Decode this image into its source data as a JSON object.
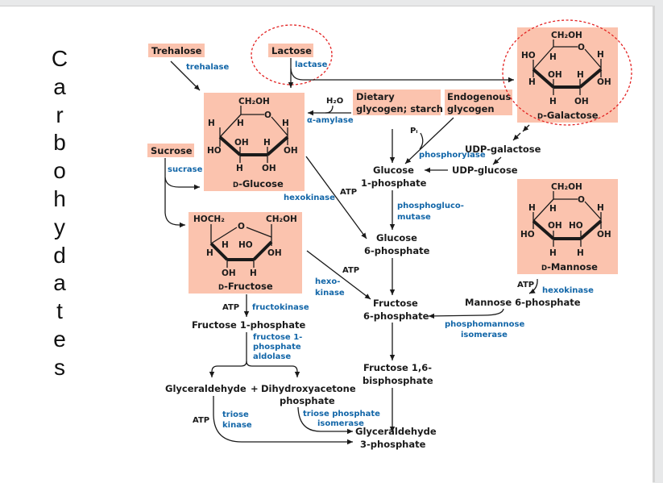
{
  "slide": {
    "vertical_title": [
      "C",
      "a",
      "r",
      "b",
      "o",
      "h",
      "y",
      "d",
      "a",
      "t",
      "e",
      "s"
    ]
  },
  "colors": {
    "box_fill": "#fbc3ae",
    "enzyme_text": "#1266a8",
    "highlight_circle": "#e32222",
    "text": "#1a1a1a"
  },
  "sources": {
    "trehalose": "Trehalose",
    "lactose": "Lactose",
    "sucrose": "Sucrose",
    "dietary_1": "Dietary",
    "dietary_2": "glycogen; starch",
    "endogenous_1": "Endogenous",
    "endogenous_2": "glycogen"
  },
  "sugars": {
    "glucose": {
      "name": "D-Glucose",
      "prefix": "D",
      "suffix": "-Glucose",
      "ch2oh": "CH₂OH",
      "o": "O",
      "h_left": "H",
      "h_c4": "H",
      "h_right": "H",
      "ho_left": "HO",
      "oh_c3": "OH",
      "h_c2top": "H",
      "oh_right": "OH",
      "h_c3bot": "H",
      "oh_c2bot": "OH"
    },
    "galactose": {
      "name": "D-Galactose",
      "prefix": "D",
      "suffix": "-Galactose",
      "ch2oh": "CH₂OH",
      "o": "O",
      "ho_left": "HO",
      "h_c4": "H",
      "h_right": "H",
      "h_left": "H",
      "oh_c3": "OH",
      "h_c2top": "H",
      "oh_right": "OH",
      "h_c3bot": "H",
      "oh_c2bot": "OH"
    },
    "mannose": {
      "name": "D-Mannose",
      "prefix": "D",
      "suffix": "-Mannose",
      "ch2oh": "CH₂OH",
      "o": "O",
      "h_left": "H",
      "h_c4": "H",
      "h_right": "H",
      "ho_left": "HO",
      "oh_c3": "OH",
      "ho_c2top": "HO",
      "oh_right": "OH",
      "h_c3bot": "H",
      "h_c2bot": "H"
    },
    "fructose": {
      "name": "D-Fructose",
      "prefix": "D",
      "suffix": "-Fructose",
      "hoch2": "HOCH₂",
      "ch2oh": "CH₂OH",
      "o": "O",
      "h_c5": "H",
      "h_c4top": "H",
      "ho_c3top": "HO",
      "oh_c2": "OH",
      "oh_c4bot": "OH",
      "h_c3bot": "H"
    }
  },
  "intermediates": {
    "glucose_1p_1": "Glucose",
    "glucose_1p_2": "1-phosphate",
    "glucose_6p_1": "Glucose",
    "glucose_6p_2": "6-phosphate",
    "fructose_6p_1": "Fructose",
    "fructose_6p_2": "6-phosphate",
    "fructose_16bp_1": "Fructose 1,6-",
    "fructose_16bp_2": "bisphosphate",
    "g3p_1": "Glyceraldehyde",
    "g3p_2": "3-phosphate",
    "udp_galactose": "UDP-galactose",
    "udp_glucose": "UDP-glucose",
    "mannose_6p": "Mannose 6-phosphate",
    "fructose_1p": "Fructose 1-phosphate",
    "glyceraldehyde": "Glyceraldehyde",
    "plus": "+",
    "dhap_1": "Dihydroxyacetone",
    "dhap_2": "phosphate"
  },
  "enzymes": {
    "trehalase": "trehalase",
    "lactase": "lactase",
    "alpha_amylase": "α-amylase",
    "sucrase": "sucrase",
    "phosphorylase": "phosphorylase",
    "hexokinase_glc": "hexokinase",
    "phosphoglucomutase_1": "phosphogluco-",
    "phosphoglucomutase_2": "mutase",
    "hexokinase_fru_1": "hexo-",
    "hexokinase_fru_2": "kinase",
    "hexokinase_man": "hexokinase",
    "fructokinase": "fructokinase",
    "f1p_aldolase_1": "fructose 1-",
    "f1p_aldolase_2": "phosphate",
    "f1p_aldolase_3": "aldolase",
    "phosphomannose_1": "phosphomannose",
    "phosphomannose_2": "isomerase",
    "triose_kinase_1": "triose",
    "triose_kinase_2": "kinase",
    "tpi_1": "triose phosphate",
    "tpi_2": "isomerase"
  },
  "cofactors": {
    "h2o": "H₂O",
    "pi": "Pᵢ",
    "atp": "ATP"
  }
}
